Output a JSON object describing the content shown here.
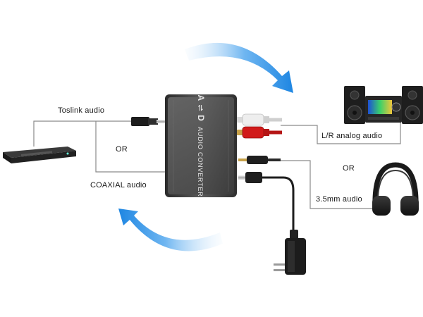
{
  "device": {
    "symbol_a": "A",
    "symbol_arrows": "⇌",
    "symbol_d": "D",
    "name": "AUDIO CONVERTER"
  },
  "labels": {
    "toslink": "Toslink audio",
    "or_left": "OR",
    "coaxial": "COAXIAL audio",
    "lr_analog": "L/R analog audio",
    "or_right": "OR",
    "mm35": "3.5mm audio"
  },
  "colors": {
    "arrow_blue": "#2a8fe6",
    "device_body": "#3c3c3c",
    "rca_red": "#d11a1a",
    "rca_white": "#eeeeee",
    "gold_tip": "#c7a24a",
    "cable": "#2a2a2a",
    "wire": "#8a8a8a"
  },
  "icons": [
    "dvd-player-icon",
    "speaker-system-icon",
    "headphones-icon",
    "power-adapter-icon",
    "curved-arrow-icon"
  ]
}
